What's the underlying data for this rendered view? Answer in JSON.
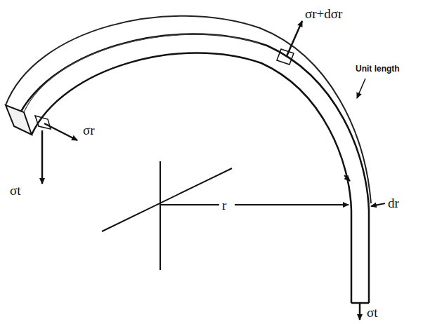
{
  "diagram": {
    "labels": [
      "σr+dσr",
      "σr",
      "σt",
      "Unit length",
      "r",
      "dr",
      "σt"
    ]
  }
}
